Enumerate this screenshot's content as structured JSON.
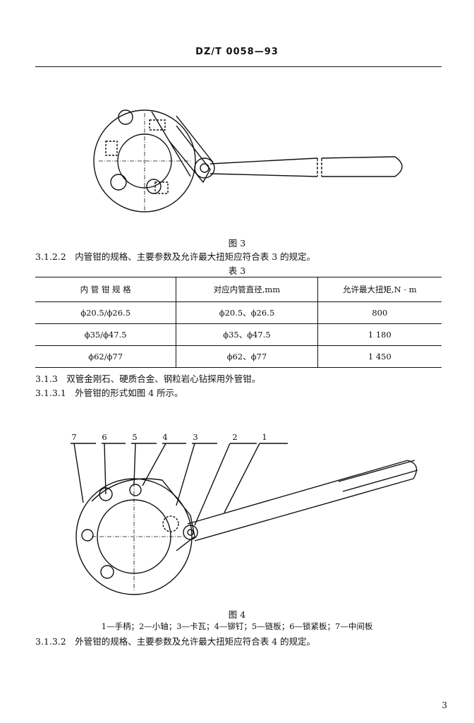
{
  "header": {
    "standard_code": "DZ/T 0058—93"
  },
  "figure3": {
    "caption": "图 3"
  },
  "clause_3_1_2_2": {
    "text": "3.1.2.2　内管钳的规格、主要参数及允许最大扭矩应符合表 3 的规定。"
  },
  "table3": {
    "title": "表 3",
    "headers": [
      "内 管 钳 规 格",
      "对应内管直径,mm",
      "允许最大扭矩,N · m"
    ],
    "rows": [
      [
        "ϕ20.5/ϕ26.5",
        "ϕ20.5、ϕ26.5",
        "800"
      ],
      [
        "ϕ35/ϕ47.5",
        "ϕ35、ϕ47.5",
        "1 180"
      ],
      [
        "ϕ62/ϕ77",
        "ϕ62、ϕ77",
        "1 450"
      ]
    ]
  },
  "clause_3_1_3": {
    "text": "3.1.3　双管金刚石、硬质合金、钢粒岩心钻探用外管钳。"
  },
  "clause_3_1_3_1": {
    "text": "3.1.3.1　外管钳的形式如图 4 所示。"
  },
  "figure4": {
    "caption": "图 4",
    "callouts": [
      "7",
      "6",
      "5",
      "4",
      "3",
      "2",
      "1"
    ],
    "legend": "1—手柄；2—小轴；3—卡瓦；4—铆钉；5—链板；6—锁紧板；7—中间板"
  },
  "clause_3_1_3_2": {
    "text": "3.1.3.2　外管钳的规格、主要参数及允许最大扭矩应符合表 4 的规定。"
  },
  "page_number": "3"
}
